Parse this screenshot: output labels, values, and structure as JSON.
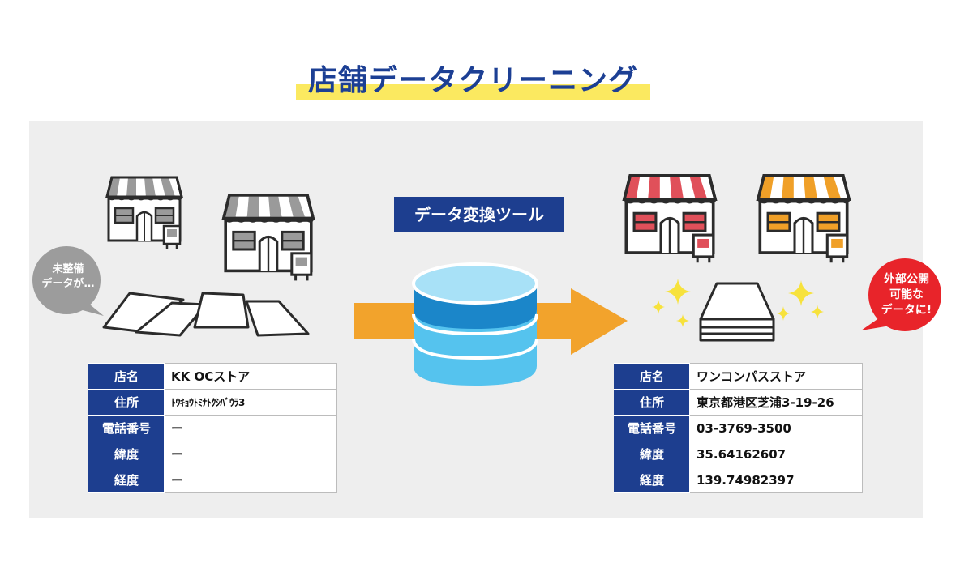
{
  "title": "店舗データクリーニング",
  "tool_label": "データ変換ツール",
  "left": {
    "bubble_text": [
      "未整備",
      "データが…"
    ],
    "table": [
      {
        "key": "店名",
        "value": "KK OCストア"
      },
      {
        "key": "住所",
        "value": "ﾄｳｷｮｳﾄﾐﾅﾄｸｼﾊﾞｳﾗ3"
      },
      {
        "key": "電話番号",
        "value": "ー"
      },
      {
        "key": "緯度",
        "value": "ー"
      },
      {
        "key": "経度",
        "value": "ー"
      }
    ]
  },
  "right": {
    "bubble_text": [
      "外部公開",
      "可能な",
      "データに!"
    ],
    "table": [
      {
        "key": "店名",
        "value": "ワンコンパスストア"
      },
      {
        "key": "住所",
        "value": "東京都港区芝浦3-19-26"
      },
      {
        "key": "電話番号",
        "value": "03-3769-3500"
      },
      {
        "key": "緯度",
        "value": " 35.64162607"
      },
      {
        "key": "経度",
        "value": "139.74982397"
      }
    ]
  },
  "colors": {
    "brand_navy": "#1d3e8f",
    "title_navy": "#1c3f94",
    "highlight_yellow": "#fbe960",
    "arrow_orange": "#f2a32c",
    "db_blue": "#1f8fd4",
    "store_gray": "#9a9a9a",
    "store_red": "#e0505a",
    "store_orange": "#f0a028",
    "bubble_gray": "#9c9c9c",
    "bubble_red": "#e8242a",
    "sparkle_yellow": "#f7e23c"
  },
  "icons": [
    "store-icon",
    "document-icon",
    "database-icon",
    "arrow-right-icon",
    "sparkle-icon",
    "speech-bubble"
  ]
}
